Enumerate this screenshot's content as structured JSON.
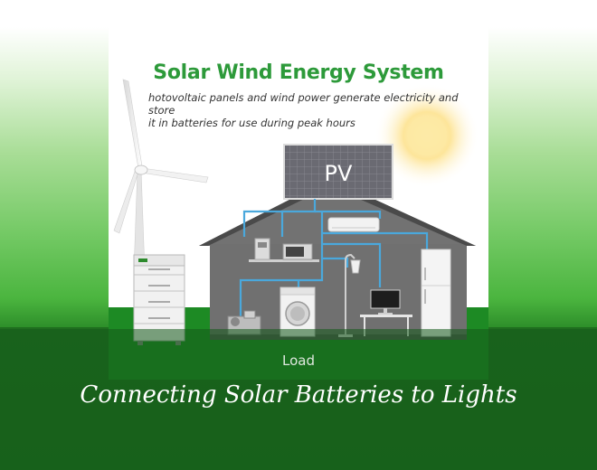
{
  "poster": {
    "title": "Solar Wind Energy System",
    "subtitle_line1": "hotovoltaic panels and wind power generate electricity and store",
    "subtitle_line2": "it in batteries for use during peak hours",
    "pv_label": "PV",
    "load_label": "Load"
  },
  "caption": "Connecting Solar Batteries to Lights",
  "colors": {
    "title_green": "#2d9a3a",
    "wire_blue": "#4aa8dc",
    "house_gray": "#6d6d6d",
    "grass_green": "#1d8a24"
  }
}
